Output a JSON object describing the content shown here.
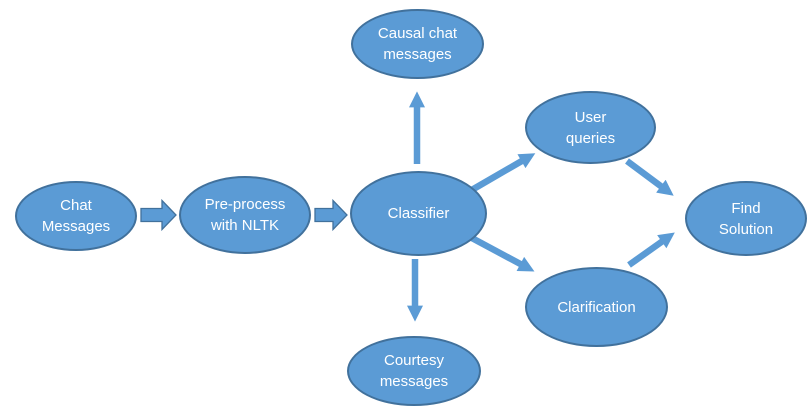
{
  "diagram": {
    "type": "flowchart",
    "colors": {
      "node_fill": "#5B9BD5",
      "node_border": "#41719C",
      "node_text": "#FFFFFF",
      "arrow_fill": "#5B9BD5",
      "background": "#FFFFFF"
    },
    "nodes": {
      "chat_messages": {
        "lines": [
          "Chat",
          "Messages"
        ]
      },
      "preprocess": {
        "lines": [
          "Pre-process",
          "with NLTK"
        ]
      },
      "classifier": {
        "lines": [
          "Classifier"
        ]
      },
      "causal_chat_messages": {
        "lines": [
          "Causal chat",
          "messages"
        ]
      },
      "courtesy_messages": {
        "lines": [
          "Courtesy",
          "messages"
        ]
      },
      "user_queries": {
        "lines": [
          "User",
          "queries"
        ]
      },
      "clarification": {
        "lines": [
          "Clarification"
        ]
      },
      "find_solution": {
        "lines": [
          "Find",
          "Solution"
        ]
      }
    },
    "connections": [
      {
        "from": "chat_messages",
        "to": "preprocess",
        "style": "block-arrow"
      },
      {
        "from": "preprocess",
        "to": "classifier",
        "style": "block-arrow"
      },
      {
        "from": "classifier",
        "to": "causal_chat_messages",
        "style": "line-arrow"
      },
      {
        "from": "classifier",
        "to": "courtesy_messages",
        "style": "line-arrow"
      },
      {
        "from": "classifier",
        "to": "user_queries",
        "style": "line-arrow"
      },
      {
        "from": "classifier",
        "to": "clarification",
        "style": "line-arrow"
      },
      {
        "from": "user_queries",
        "to": "find_solution",
        "style": "line-arrow"
      },
      {
        "from": "clarification",
        "to": "find_solution",
        "style": "line-arrow"
      }
    ]
  }
}
